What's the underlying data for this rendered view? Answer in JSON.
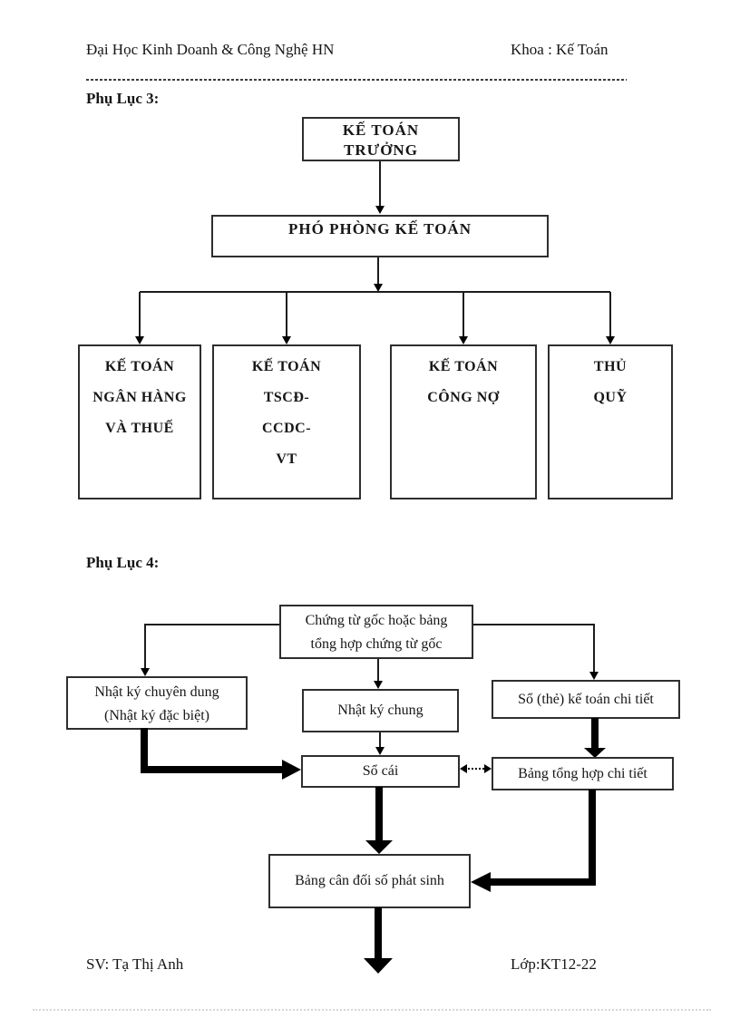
{
  "header": {
    "university": "Đại Học Kinh Doanh & Công Nghệ HN",
    "faculty": "Khoa : Kế Toán"
  },
  "appendix3": {
    "heading": "Phụ Lục 3:",
    "boxes": {
      "chief": "KẾ TOÁN\nTRƯỞNG",
      "deputy": "PHÓ PHÒNG KẾ TOÁN",
      "bank_tax": "KẾ TOÁN\nNGÂN HÀNG\nVÀ THUẾ",
      "assets": "KẾ TOÁN\nTSCĐ-\nCCDC-\nVT",
      "liabilities": "KẾ TOÁN\nCÔNG NỢ",
      "cashier": "THỦ\nQUỸ"
    }
  },
  "appendix4": {
    "heading": "Phụ Lục 4:",
    "boxes": {
      "source": "Chứng từ gốc hoặc bảng\ntổng hợp chứng từ gốc",
      "special_journal": "Nhật ký chuyên dung\n(Nhật ký đặc biệt)",
      "general_journal": "Nhật ký chung",
      "detail_ledger": "Sổ (thẻ) kế toán chi tiết",
      "general_ledger": "Sổ cái",
      "detail_summary": "Bảng tổng hợp chi tiết",
      "trial_balance": "Bảng cân đối số phát sinh"
    }
  },
  "footer": {
    "student": "SV: Tạ Thị Anh",
    "class": "Lớp:KT12-22"
  }
}
